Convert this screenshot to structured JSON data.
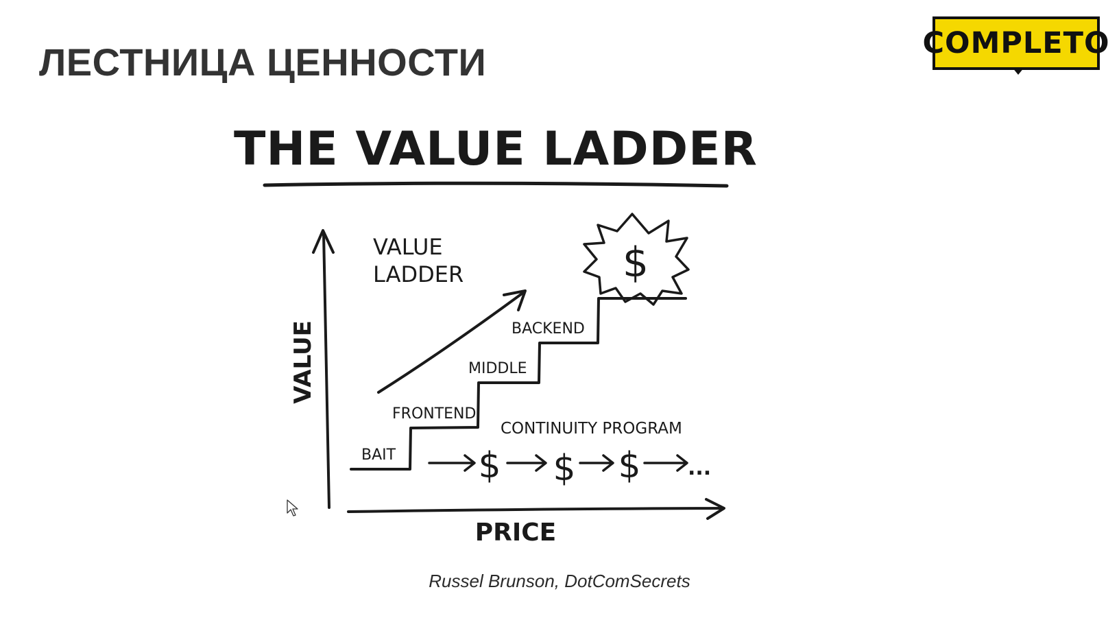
{
  "slide": {
    "title": "ЛЕСТНИЦА ЦЕННОСТИ",
    "logo": "COMPLETO",
    "caption": "Russel Brunson, DotComSecrets"
  },
  "diagram": {
    "heading": "THE VALUE LADDER",
    "inner_label_line1": "VALUE",
    "inner_label_line2": "LADDER",
    "y_axis_label": "VALUE",
    "x_axis_label": "PRICE",
    "steps": [
      "BAIT",
      "FRONTEND",
      "MIDDLE",
      "BACKEND"
    ],
    "continuity_label": "CONTINUITY PROGRAM",
    "top_symbol": "$",
    "continuity_symbol": "$",
    "ellipsis": "..."
  },
  "colors": {
    "logo_yellow": "#f5d800",
    "ink": "#1a1a1a"
  }
}
